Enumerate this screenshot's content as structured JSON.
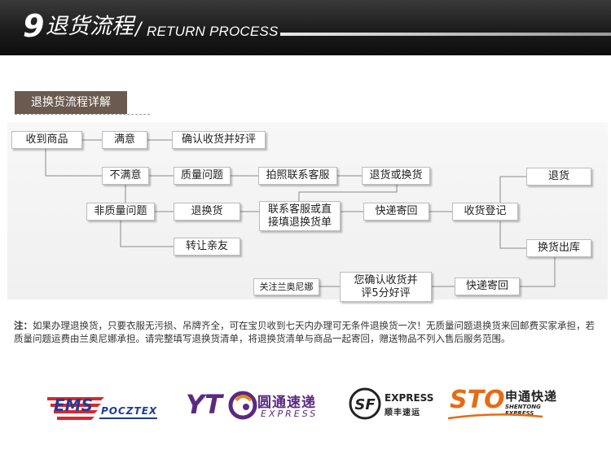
{
  "banner": {
    "number": "9",
    "title": "退货流程",
    "slash": "/",
    "subtitle": "RETURN PROCESS"
  },
  "section_tab": "退换货流程详解",
  "flow": {
    "nodes": {
      "received": "收到商品",
      "satisfied": "满意",
      "confirm_review": "确认收货并好评",
      "unsatisfied": "不满意",
      "quality_issue": "质量问题",
      "photo_contact": "拍照联系客服",
      "return_or_exchange": "退货或换货",
      "return": "退货",
      "non_quality": "非质量问题",
      "exchange_return": "退换货",
      "contact_fill_line1": "联系客服或直",
      "contact_fill_line2": "接填退换货单",
      "express_send_back": "快递寄回",
      "receipt_register": "收货登记",
      "transfer_friend": "转让亲友",
      "exchange_out": "换货出库",
      "follow_brand": "关注兰奥尼娜",
      "you_confirm_line1": "您确认收货并",
      "you_confirm_line2": "评5分好评",
      "express_send_back_2": "快递寄回"
    }
  },
  "note": {
    "label": "注：",
    "text": "如果办理退换货，只要衣服无污损、吊牌齐全，可在宝贝收到七天内办理可无条件退换货一次！无质量问题退换货来回邮费买家承担，若质量问题运费由兰奥尼娜承担。请完整填写退换货清单，将退换货清单与商品一起寄回，赠送物品不列入售后服务范围。"
  },
  "logos": {
    "ems": {
      "name": "EMS",
      "sub": "POCZTEX",
      "color": "#1e3c96",
      "wing_color": "#e0242a"
    },
    "yto": {
      "mark": "YT",
      "cn": "圆通速递",
      "en": "EXPRESS",
      "color": "#5a2a82",
      "accent": "#e8891a"
    },
    "sf": {
      "mark": "SF",
      "en": "EXPRESS",
      "cn": "顺丰速运"
    },
    "sto": {
      "mark": "STO",
      "cn": "申通快递",
      "en": "SHENTONG EXPRESS",
      "color": "#e86a12"
    }
  }
}
